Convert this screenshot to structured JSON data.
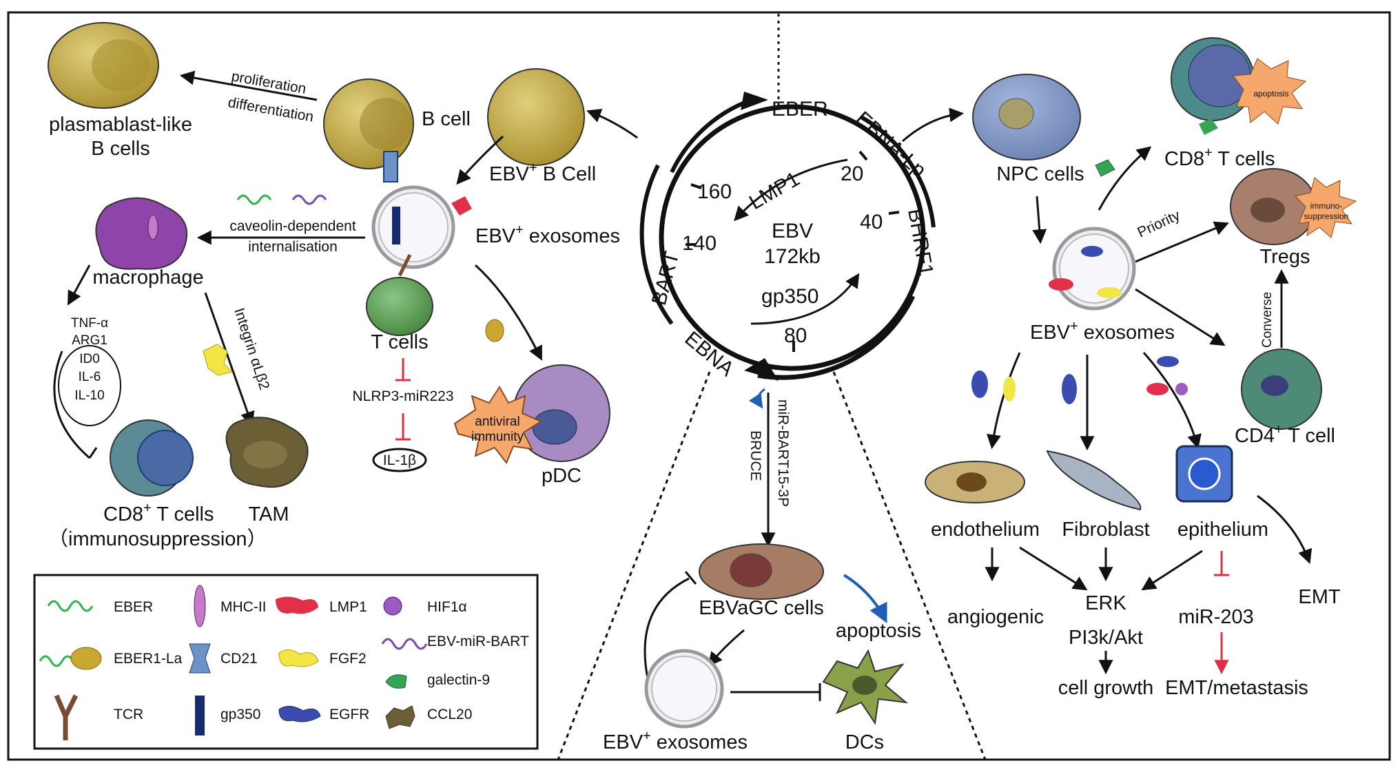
{
  "genome": {
    "center_name": "EBV",
    "center_size": "172kb",
    "ticks": [
      "20",
      "40",
      "80",
      "140",
      "160"
    ],
    "genes": [
      "EBER",
      "EBNA-Lp",
      "BHRF1",
      "EBNA",
      "BART",
      "LMP1",
      "gp350"
    ]
  },
  "left": {
    "plasmablast": "plasmablast-like",
    "plasmablast2": "B cells",
    "prolif": "proliferation",
    "differ": "differentiation",
    "b_cell": "B cell",
    "ebv_b_cell": "EBV",
    "ebv_b_cell_sup": "+",
    "ebv_b_cell_rest": " B  Cell",
    "caveolin": "caveolin-dependent",
    "internal": "internalisation",
    "macrophage": "macrophage",
    "ebv_exo": "EBV",
    "ebv_exo_sup": "+",
    "ebv_exo_rest": " exosomes",
    "t_cells": "T cells",
    "nlrp3": "NLRP3-miR223",
    "il1b": "IL-1β",
    "cytokines": [
      "TNF-α",
      "ARG1",
      "ID0",
      "IL-6",
      "IL-10"
    ],
    "integrin": "Integrin αLβ2",
    "cd8": "CD8",
    "cd8_sup": "+",
    "cd8_rest": " T cells",
    "immuno": "（immunosuppression）",
    "tam": "TAM",
    "antiviral": "antiviral",
    "immunity": "immunity",
    "pdc": "pDC"
  },
  "right": {
    "npc": "NPC cells",
    "cd8": "CD8",
    "cd8_sup": "+",
    "cd8_rest": " T cells",
    "apoptosis_burst": "apoptosis",
    "priority": "Priority",
    "tregs": "Tregs",
    "immuno_burst1": "immuno-",
    "immuno_burst2": "suppression",
    "converse": "Converse",
    "cd4": "CD4",
    "cd4_sup": "+",
    "cd4_rest": " T cell",
    "ebv_exo": "EBV",
    "ebv_exo_sup": "+",
    "ebv_exo_rest": " exosomes",
    "endothelium": "endothelium",
    "fibroblast": "Fibroblast",
    "epithelium": "epithelium",
    "emt": "EMT",
    "angiogenic": "angiogenic",
    "erk": "ERK",
    "pi3k": "PI3k/Akt",
    "growth": "cell growth",
    "mir203": "miR-203",
    "emt_meta": "EMT/metastasis"
  },
  "bottom": {
    "mir_bart": "miR-BART15-3P",
    "bruce": "BRUCE",
    "ebvagc": "EBVaGC cells",
    "apoptosis": "apoptosis",
    "ebv_exo": "EBV",
    "ebv_exo_sup": "+",
    "ebv_exo_rest": " exosomes",
    "dcs": "DCs"
  },
  "legend": {
    "items": [
      "EBER",
      "EBER1-La",
      "TCR",
      "MHC-II",
      "CD21",
      "gp350",
      "LMP1",
      "FGF2",
      "EGFR",
      "HIF1α",
      "EBV-miR-BART",
      "galectin-9",
      "CCL20"
    ]
  },
  "colors": {
    "b_cell": "#c9b14e",
    "macrophage": "#8e44a8",
    "t_cell": "#5fa35a",
    "pdc": "#a98bc4",
    "npc": "#7f95c4",
    "treg": "#a87e6c",
    "cd4": "#4d8a77",
    "ebvagc": "#a67c64",
    "burst": "#f5a76c",
    "inhibit_red": "#e03040",
    "blue_arrow": "#1f5fb5"
  }
}
